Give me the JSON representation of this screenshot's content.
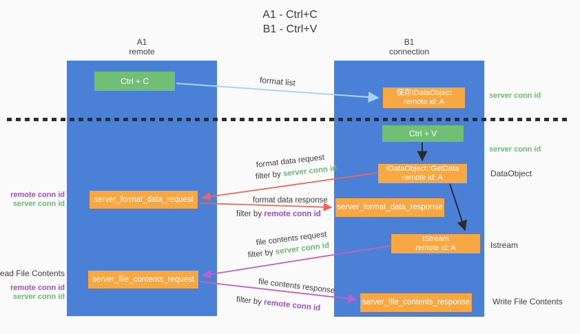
{
  "title": {
    "line1": "A1 - Ctrl+C",
    "line2": "B1 - Ctrl+V"
  },
  "columns": {
    "left": {
      "name": "A1",
      "role": "remote"
    },
    "right": {
      "name": "B1",
      "role": "connection"
    }
  },
  "boxes": {
    "ctrl_c": {
      "label": "Ctrl + C"
    },
    "save_dataobject": {
      "line1": "保存IDataObject",
      "line2": "remote id: A"
    },
    "ctrl_v": {
      "label": "Ctrl + V"
    },
    "getdata": {
      "line1": "IDataObject::GetData",
      "line2": "remote id: A"
    },
    "format_request": {
      "label": "server_format_data_request"
    },
    "format_response": {
      "label": "server_format_data_response"
    },
    "istream": {
      "line1": "IStream",
      "line2": "remote id: A"
    },
    "file_request": {
      "label": "server_file_contents_request"
    },
    "file_response": {
      "label": "server_file_contents_response"
    }
  },
  "arrow_labels": {
    "format_list": "format list",
    "format_data_request": "format data request",
    "format_data_response": "format data response",
    "file_contents_request": "file contents request",
    "file_contents_response": "file contents response",
    "filter_by": "filter by",
    "server_conn_id": "server conn id",
    "remote_conn_id": "remote conn id"
  },
  "side_labels": {
    "remote_conn_id": "remote conn id",
    "server_conn_id": "server conn id",
    "read_file": "Read File Contents",
    "write_file": "Write File Contents",
    "dataobject": "DataObject",
    "istream": "Istream"
  },
  "colors": {
    "column_blue": "#4a80d6",
    "box_green": "#71bf74",
    "box_orange": "#f8a843",
    "arrow_lightblue": "#a9d3f2",
    "arrow_red": "#f0655b",
    "arrow_magenta": "#c55fc5",
    "arrow_black": "#2b2b2b",
    "text_green": "#6abd6e",
    "text_purple": "#a24fc9",
    "text_dark": "#3c3c3c",
    "background": "#fafafa"
  }
}
